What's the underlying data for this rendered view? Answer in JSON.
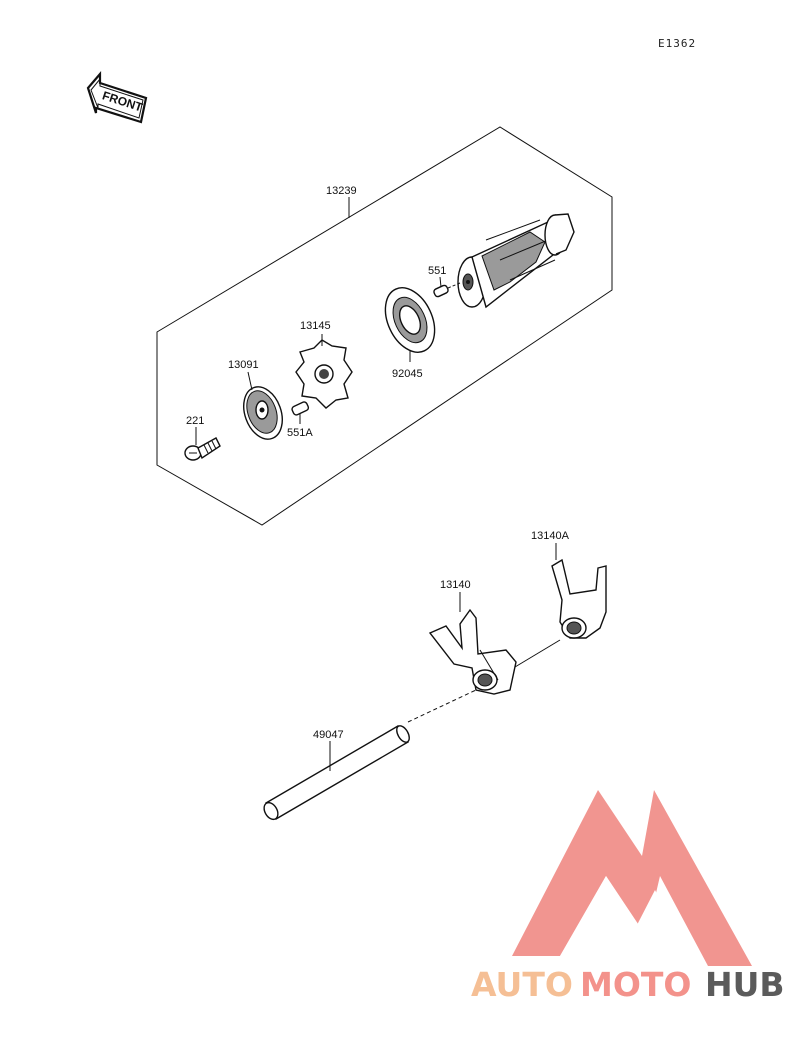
{
  "diagram": {
    "code": "E1362",
    "front_label": "FRONT",
    "parts": {
      "p13239": "13239",
      "p551": "551",
      "p13145": "13145",
      "p92045": "92045",
      "p13091": "13091",
      "p221": "221",
      "p551A": "551A",
      "p13140A": "13140A",
      "p13140": "13140",
      "p49047": "49047"
    }
  },
  "watermark": {
    "part1": "AUTO",
    "part2": "MOTO",
    "part3": "HUB",
    "colors": {
      "auto": "#f5b98a",
      "moto": "#f2877f",
      "hub": "#4a4a4a",
      "logo": "#f08a84"
    }
  }
}
